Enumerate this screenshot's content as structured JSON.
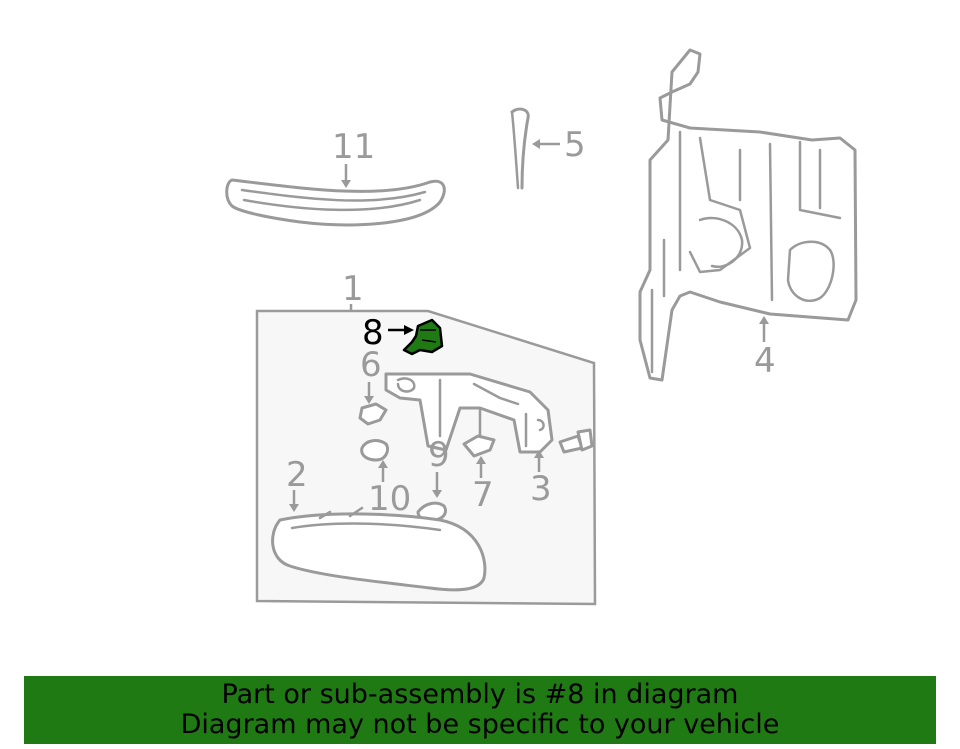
{
  "diagram": {
    "callouts": [
      {
        "id": "1",
        "label": "1"
      },
      {
        "id": "2",
        "label": "2"
      },
      {
        "id": "3",
        "label": "3"
      },
      {
        "id": "4",
        "label": "4"
      },
      {
        "id": "5",
        "label": "5"
      },
      {
        "id": "6",
        "label": "6"
      },
      {
        "id": "7",
        "label": "7"
      },
      {
        "id": "8",
        "label": "8"
      },
      {
        "id": "9",
        "label": "9"
      },
      {
        "id": "10",
        "label": "10"
      },
      {
        "id": "11",
        "label": "11"
      }
    ],
    "highlight_color": "#1f7a14",
    "line_color": "#9a9a9a"
  },
  "banner": {
    "line1": "Part or sub-assembly is #8 in diagram",
    "line2": "Diagram may not be specific to your vehicle",
    "background": "#1f7a14"
  }
}
